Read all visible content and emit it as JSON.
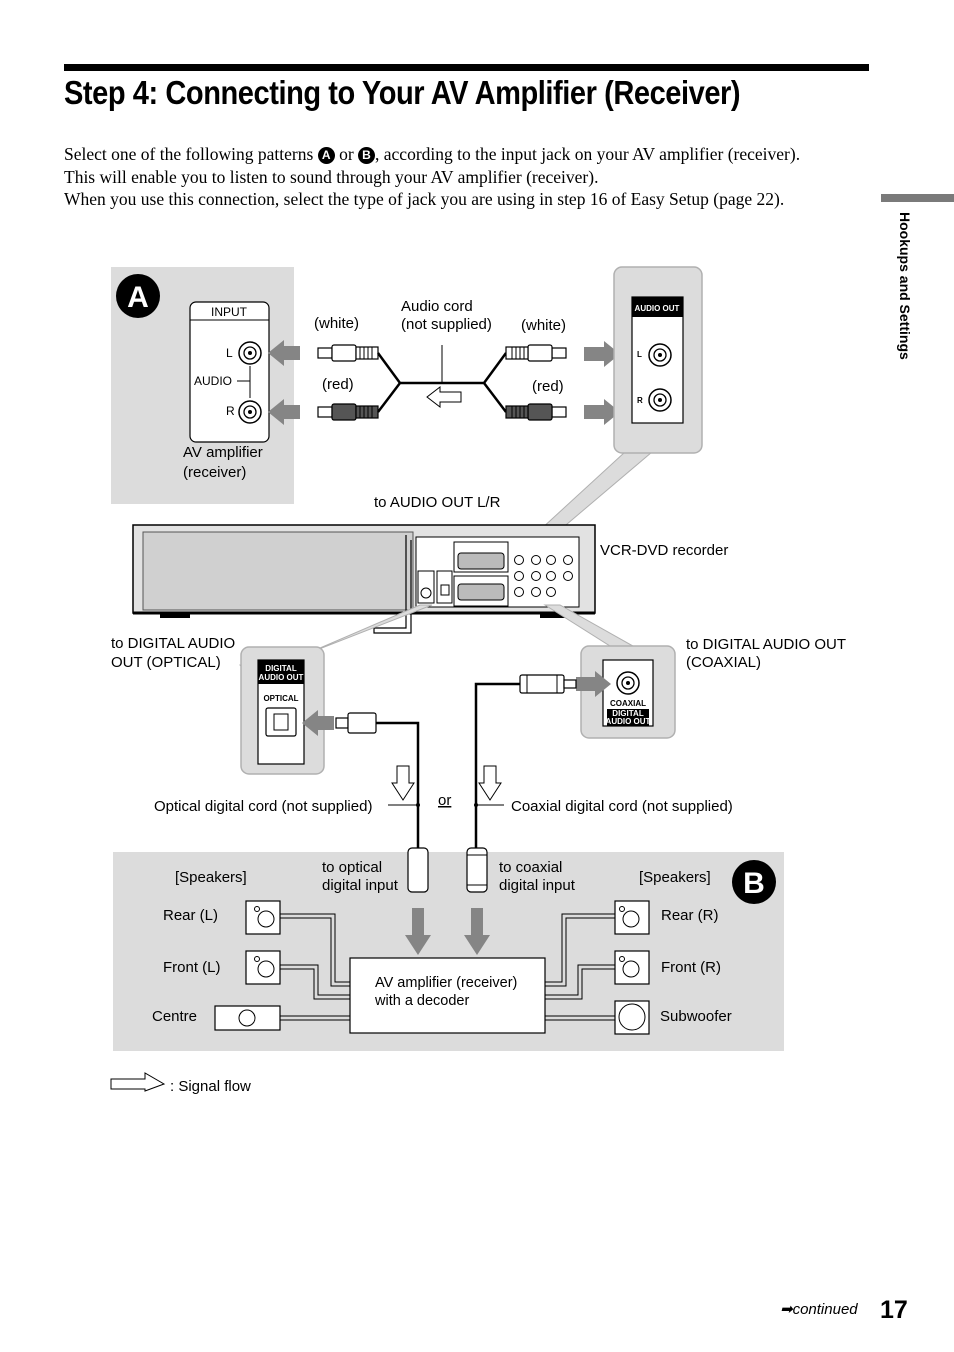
{
  "heading": {
    "title": "Step 4: Connecting to Your AV Amplifier (Receiver)"
  },
  "intro": {
    "line1_pre": "Select one of the following patterns",
    "badge_a": "A",
    "or": "or",
    "badge_b": "B",
    "line1_post": ", according to the input jack on your AV amplifier (receiver).",
    "line2": "This will enable you to listen to sound through your AV amplifier (receiver).",
    "line3": "When you use this connection, select the type of jack you are using in step 16 of Easy Setup (page 22)."
  },
  "side_tab": {
    "label": "Hookups and Settings"
  },
  "diagram": {
    "pattern_a": {
      "badge": "A",
      "input_label": "INPUT",
      "l": "L",
      "audio": "AUDIO",
      "r": "R",
      "amp_line1": "AV amplifier",
      "amp_line2": "(receiver)",
      "white_left": "(white)",
      "red_left": "(red)",
      "cord_line1": "Audio cord",
      "cord_line2": "(not supplied)",
      "white_right": "(white)",
      "red_right": "(red)",
      "audio_out": "AUDIO OUT",
      "out_l": "L",
      "out_r": "R",
      "to_audio_out": "to AUDIO OUT L/R"
    },
    "recorder": {
      "label": "VCR-DVD recorder"
    },
    "optical": {
      "to_line1": "to DIGITAL AUDIO",
      "to_line2": "OUT (OPTICAL)",
      "panel_line1": "DIGITAL",
      "panel_line2": "AUDIO OUT",
      "panel_sub": "OPTICAL",
      "cord": "Optical digital cord (not supplied)"
    },
    "coaxial": {
      "to_line1": "to DIGITAL AUDIO OUT",
      "to_line2": "(COAXIAL)",
      "panel_sub": "COAXIAL",
      "panel_line1": "DIGITAL",
      "panel_line2": "AUDIO OUT",
      "cord": "Coaxial digital cord (not supplied)"
    },
    "or_label": "or",
    "pattern_b": {
      "badge": "B",
      "speakers_left": "[Speakers]",
      "speakers_right": "[Speakers]",
      "to_optical_line1": "to optical",
      "to_optical_line2": "digital input",
      "to_coaxial_line1": "to coaxial",
      "to_coaxial_line2": "digital input",
      "rear_l": "Rear (L)",
      "front_l": "Front (L)",
      "centre": "Centre",
      "rear_r": "Rear (R)",
      "front_r": "Front (R)",
      "subwoofer": "Subwoofer",
      "amp_line1": "AV amplifier (receiver)",
      "amp_line2": "with a decoder"
    },
    "legend": {
      "signal_flow": ": Signal flow"
    }
  },
  "footer": {
    "arrow": "➡",
    "continued": "continued",
    "page_number": "17"
  },
  "colors": {
    "panel_gray": "#dcdcdc",
    "arrow_gray": "#858585",
    "recorder_gray": "#d6d6d6"
  }
}
